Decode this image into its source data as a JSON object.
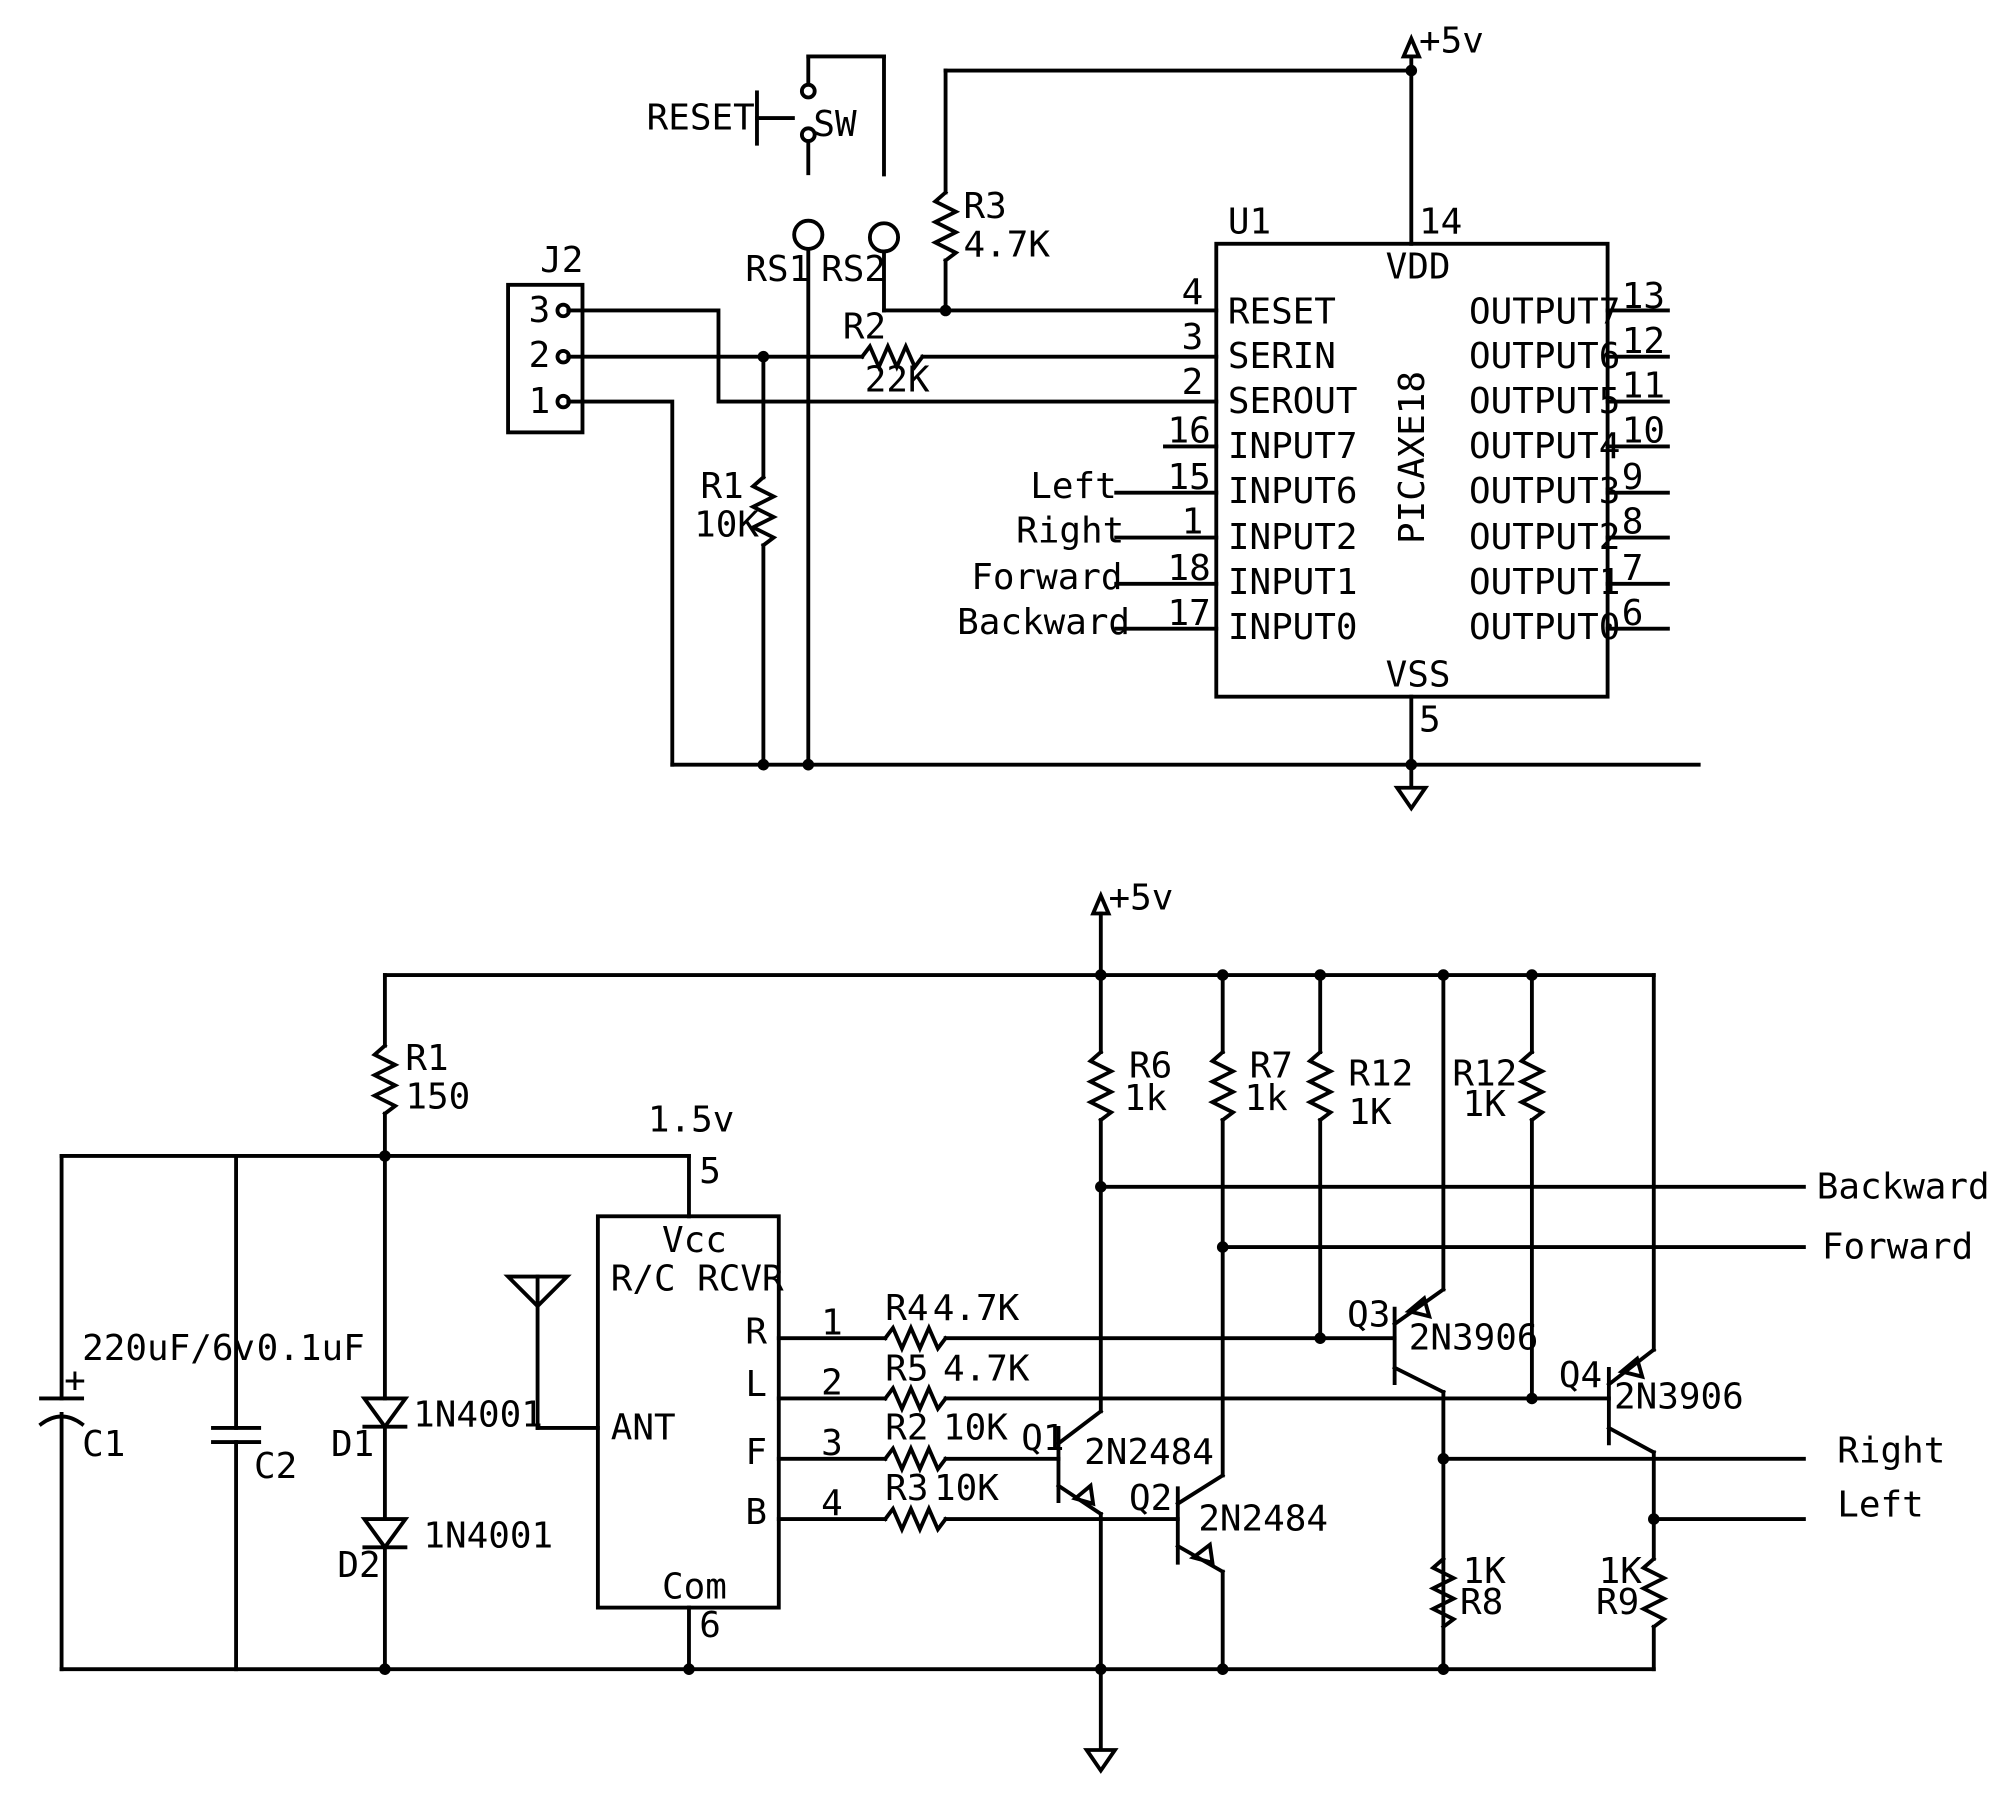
{
  "top": {
    "supply": "+5v",
    "switch": {
      "reset_label": "RESET",
      "sw_label": "SW"
    },
    "rs1": "RS1",
    "rs2": "RS2",
    "r3": {
      "ref": "R3",
      "value": "4.7K"
    },
    "r2": {
      "ref": "R2",
      "value": "22K"
    },
    "r1": {
      "ref": "R1",
      "value": "10K"
    },
    "j2": {
      "ref": "J2",
      "pins": [
        "3",
        "2",
        "1"
      ]
    },
    "u1": {
      "ref": "U1",
      "part": "PICAXE18",
      "vdd": "VDD",
      "vss": "VSS",
      "vdd_pin": "14",
      "vss_pin": "5",
      "left_pins": [
        {
          "num": "4",
          "name": "RESET"
        },
        {
          "num": "3",
          "name": "SERIN"
        },
        {
          "num": "2",
          "name": "SEROUT"
        },
        {
          "num": "16",
          "name": "INPUT7"
        },
        {
          "num": "15",
          "name": "INPUT6"
        },
        {
          "num": "1",
          "name": "INPUT2"
        },
        {
          "num": "18",
          "name": "INPUT1"
        },
        {
          "num": "17",
          "name": "INPUT0"
        }
      ],
      "right_pins": [
        {
          "num": "13",
          "name": "OUTPUT7"
        },
        {
          "num": "12",
          "name": "OUTPUT6"
        },
        {
          "num": "11",
          "name": "OUTPUT5"
        },
        {
          "num": "10",
          "name": "OUTPUT4"
        },
        {
          "num": "9",
          "name": "OUTPUT3"
        },
        {
          "num": "8",
          "name": "OUTPUT2"
        },
        {
          "num": "7",
          "name": "OUTPUT1"
        },
        {
          "num": "6",
          "name": "OUTPUT0"
        }
      ],
      "input_signals": [
        "Left",
        "Right",
        "Forward",
        "Backward"
      ]
    }
  },
  "bottom": {
    "supply": "+5v",
    "r1": {
      "ref": "R1",
      "value": "150"
    },
    "node_voltage": "1.5v",
    "c1": {
      "ref": "C1",
      "value": "220uF/6v"
    },
    "c2": {
      "ref": "C2",
      "value": "0.1uF"
    },
    "d1": {
      "ref": "D1",
      "part": "1N4001"
    },
    "d2": {
      "ref": "D2",
      "part": "1N4001"
    },
    "rcvr": {
      "vcc": "Vcc",
      "name": "R/C RCVR",
      "ant": "ANT",
      "com": "Com",
      "vcc_pin": "5",
      "com_pin": "6",
      "outputs": [
        {
          "name": "R",
          "num": "1"
        },
        {
          "name": "L",
          "num": "2"
        },
        {
          "name": "F",
          "num": "3"
        },
        {
          "name": "B",
          "num": "4"
        }
      ]
    },
    "r4": {
      "ref": "R4",
      "value": "4.7K"
    },
    "r5": {
      "ref": "R5",
      "value": "4.7K"
    },
    "r2": {
      "ref": "R2",
      "value": "10K"
    },
    "r3": {
      "ref": "R3",
      "value": "10K"
    },
    "r6": {
      "ref": "R6",
      "value": "1k"
    },
    "r7": {
      "ref": "R7",
      "value": "1k"
    },
    "r12a": {
      "ref": "R12",
      "value": "1K"
    },
    "r12b": {
      "ref": "R12",
      "value": "1K"
    },
    "r8": {
      "ref": "R8",
      "value": "1K"
    },
    "r9": {
      "ref": "R9",
      "value": "1K"
    },
    "q1": {
      "ref": "Q1",
      "part": "2N2484"
    },
    "q2": {
      "ref": "Q2",
      "part": "2N2484"
    },
    "q3": {
      "ref": "Q3",
      "part": "2N3906"
    },
    "q4": {
      "ref": "Q4",
      "part": "2N3906"
    },
    "outputs": [
      "Backward",
      "Forward",
      "Right",
      "Left"
    ]
  }
}
